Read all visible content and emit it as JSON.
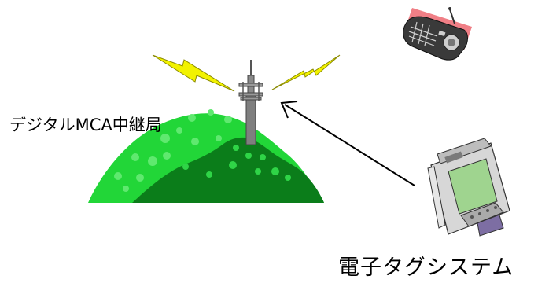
{
  "labels": {
    "relay_station": "デジタルMCA中継局",
    "tag_system": "電子タグシステム"
  },
  "icons": {
    "mountain": "mountain-illustration",
    "tower": "antenna-tower-icon",
    "signal": "lightning-signal-icon",
    "radio": "radio-icon",
    "handheld": "handheld-terminal-icon",
    "arrow": "uplink-arrow"
  },
  "colors": {
    "mountain_light": "#22d638",
    "mountain_dark": "#0b7d1a",
    "dots_light": "#5fe96f",
    "dots_dark": "#2fd447",
    "lightning": "#f2f200",
    "tower": "#7f7f7f",
    "radio_bg": "#f07f86",
    "radio_body": "#3a3a3a",
    "terminal_screen": "#9fd48f",
    "terminal_body": "#d7d7d7",
    "terminal_strap": "#7d6ea3"
  }
}
